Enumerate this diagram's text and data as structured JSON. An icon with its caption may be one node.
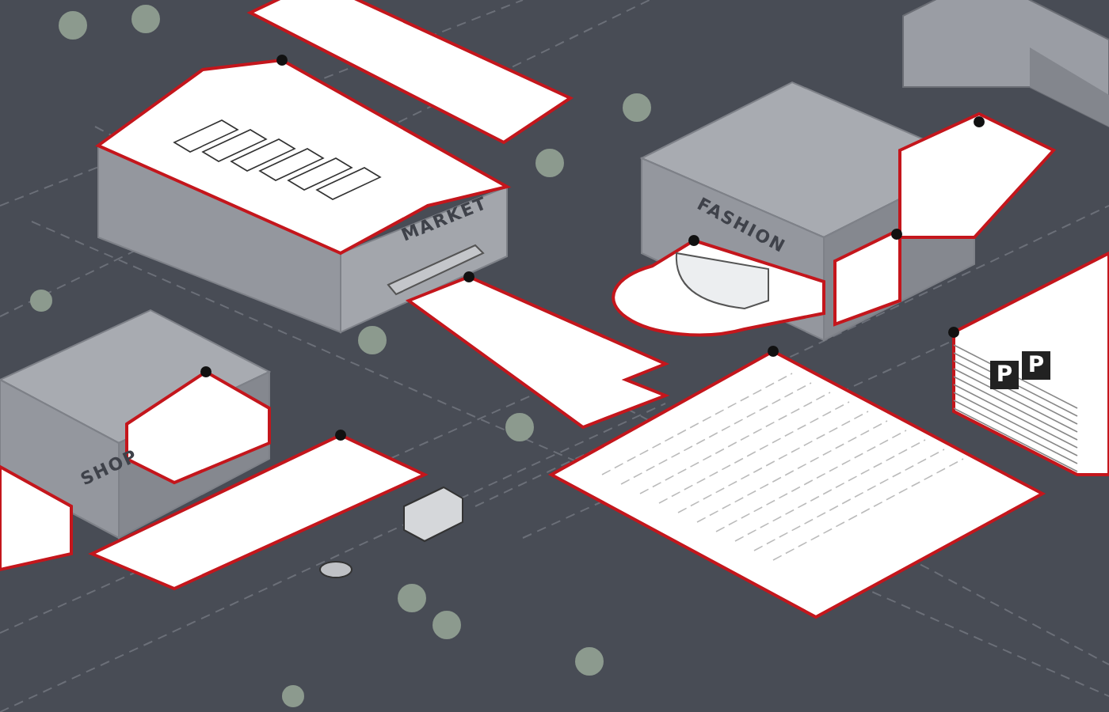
{
  "diagram": {
    "labels": [
      "MARKET",
      "FASHION",
      "SHOP",
      "P",
      "P"
    ]
  }
}
